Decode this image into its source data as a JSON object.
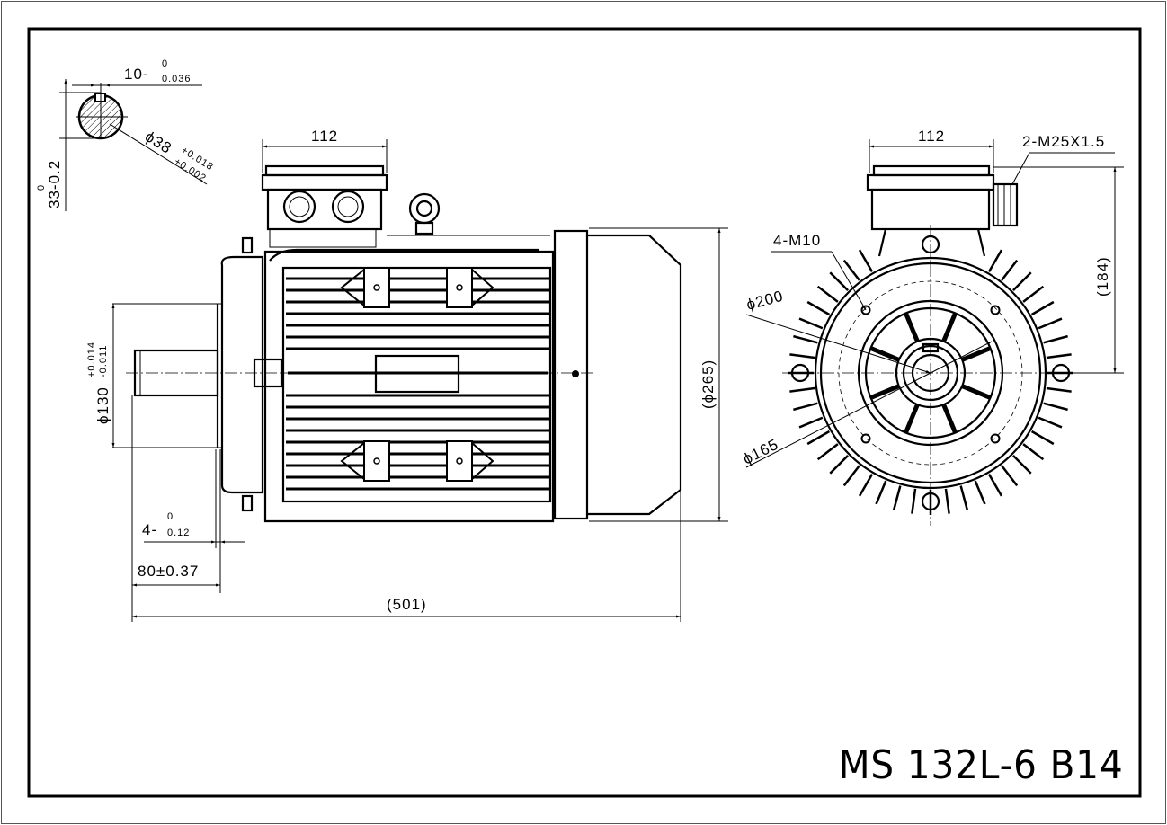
{
  "title": "MS 132L-6 B14",
  "dimensions": {
    "key_width": {
      "base": "10-",
      "upper": "0",
      "lower": "0.036"
    },
    "shaft_diameter": {
      "base": "ϕ38",
      "upper": "+0.018",
      "lower": "+0.002"
    },
    "shaft_height": {
      "base": "33-0.2",
      "upper": "0"
    },
    "terminal_box_width_side": "112",
    "terminal_box_width_front": "112",
    "cable_gland": "2-M25X1.5",
    "flange_holes": "4-M10",
    "pitch_circle": "ϕ200",
    "spigot": "ϕ165",
    "height_to_box": "(184)",
    "overall_diameter": "(ϕ265)",
    "flange_spigot": {
      "base": "ϕ130",
      "upper": "+0.014",
      "lower": "-0.011"
    },
    "spigot_depth": {
      "base": "4-",
      "upper": "0",
      "lower": "0.12"
    },
    "shaft_length": "80±0.37",
    "overall_length": "(501)"
  }
}
